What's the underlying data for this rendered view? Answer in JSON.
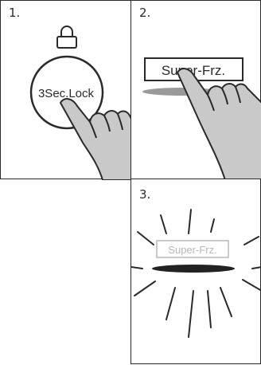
{
  "steps": [
    {
      "number": "1.",
      "button_label": "3Sec.Lock",
      "icon": "lock-icon"
    },
    {
      "number": "2.",
      "button_label": "Super-Frz."
    },
    {
      "number": "3.",
      "button_label": "Super-Frz."
    }
  ],
  "colors": {
    "line": "#2a2a2a",
    "hand_fill": "#c9c9c9",
    "shadow": "#9a9a9a",
    "faded_label": "#b8b8b8"
  }
}
